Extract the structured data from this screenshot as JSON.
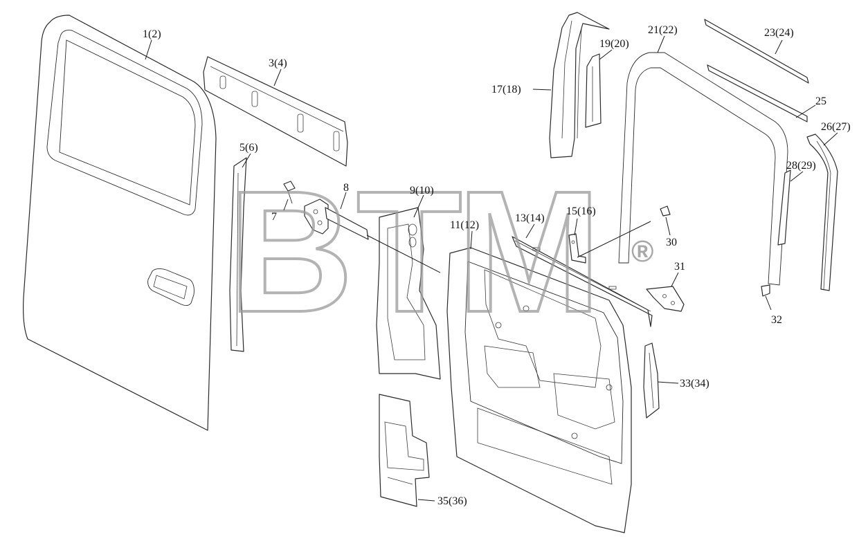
{
  "callouts": [
    "1(2)",
    "3(4)",
    "5(6)",
    "7",
    "8",
    "9(10)",
    "11(12)",
    "13(14)",
    "15(16)",
    "17(18)",
    "19(20)",
    "21(22)",
    "23(24)",
    "25",
    "26(27)",
    "28(29)",
    "30",
    "31",
    "32",
    "33(34)",
    "35(36)"
  ],
  "watermark": {
    "text": "BTM",
    "registered": "®"
  },
  "colors": {
    "line": "#2a2a2a",
    "watermark": "#9a9a9a",
    "background": "#ffffff"
  }
}
